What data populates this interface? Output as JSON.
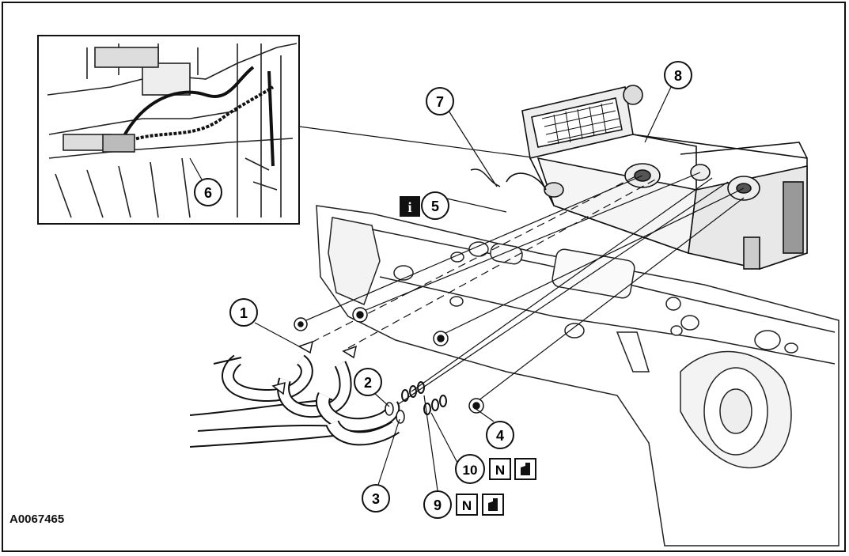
{
  "figure_code": "A0067465",
  "callouts": [
    {
      "id": "1",
      "label": "1"
    },
    {
      "id": "2",
      "label": "2"
    },
    {
      "id": "3",
      "label": "3"
    },
    {
      "id": "4",
      "label": "4"
    },
    {
      "id": "5",
      "label": "5"
    },
    {
      "id": "6",
      "label": "6"
    },
    {
      "id": "7",
      "label": "7"
    },
    {
      "id": "8",
      "label": "8"
    },
    {
      "id": "9",
      "label": "9"
    },
    {
      "id": "10",
      "label": "10"
    }
  ],
  "symbols": {
    "info": "i",
    "new_part": "N"
  }
}
